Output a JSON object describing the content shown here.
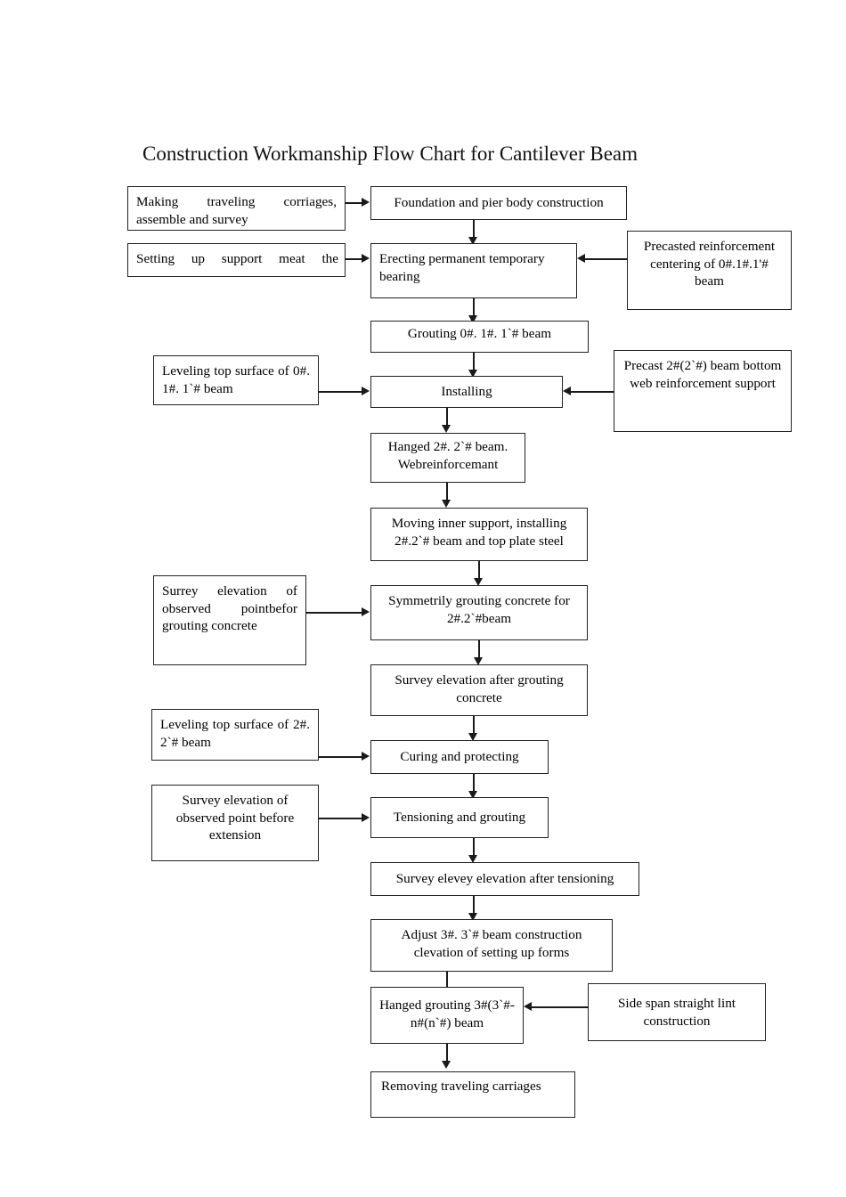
{
  "title": "Construction Workmanship Flow Chart for Cantilever Beam",
  "chart_data": {
    "type": "diagram",
    "title": "Construction Workmanship Flow Chart for Cantilever Beam",
    "diagram_kind": "flowchart",
    "orientation": "top-to-bottom",
    "nodes": [
      {
        "id": "n1",
        "label": "Making traveling corriages, assemble and survey",
        "column": "left"
      },
      {
        "id": "n2",
        "label": "Foundation and pier body construction",
        "column": "main"
      },
      {
        "id": "n3",
        "label": "Setting up support meat the",
        "column": "left"
      },
      {
        "id": "n4",
        "label": "Erecting permanent temporary bearing",
        "column": "main"
      },
      {
        "id": "n5",
        "label": "Precasted reinforcement centering of 0#.1#.1'# beam",
        "column": "right"
      },
      {
        "id": "n6",
        "label": "Grouting 0#. 1#. 1`# beam",
        "column": "main",
        "clipped": true
      },
      {
        "id": "n7",
        "label": "Leveling top surface of 0#. 1#. 1`# beam",
        "column": "left"
      },
      {
        "id": "n8",
        "label": "Installing",
        "column": "main"
      },
      {
        "id": "n9",
        "label": "Precast 2#(2`#) beam bottom web reinforcement support",
        "column": "right"
      },
      {
        "id": "n10",
        "label": "Hanged 2#. 2`# beam. Webreinforcemant",
        "column": "main",
        "clipped": true
      },
      {
        "id": "n11",
        "label": "Moving inner support, installing 2#.2`# beam and top plate steel",
        "column": "main"
      },
      {
        "id": "n12",
        "label": "Surrey elevation of observed pointbefor grouting concrete",
        "column": "left"
      },
      {
        "id": "n13",
        "label": "Symmetrily grouting concrete for 2#.2`#beam",
        "column": "main"
      },
      {
        "id": "n14",
        "label": "Survey elevation after grouting concrete",
        "column": "main"
      },
      {
        "id": "n15",
        "label": "Leveling top surface of 2#. 2`# beam",
        "column": "left"
      },
      {
        "id": "n16",
        "label": "Curing and protecting",
        "column": "main"
      },
      {
        "id": "n17",
        "label": "Survey elevation of observed point before extension",
        "column": "left"
      },
      {
        "id": "n18",
        "label": "Tensioning and grouting",
        "column": "main"
      },
      {
        "id": "n19",
        "label": "Survey elevey elevation after tensioning",
        "column": "main"
      },
      {
        "id": "n20",
        "label": "Adjust 3#. 3`# beam construction clevation of setting up forms",
        "column": "main"
      },
      {
        "id": "n21",
        "label": "Hanged grouting 3#(3`#-n#(n`#) beam",
        "column": "main"
      },
      {
        "id": "n22",
        "label": "Side span straight lint construction",
        "column": "right"
      },
      {
        "id": "n23",
        "label": "Removing traveling carriages",
        "column": "main"
      }
    ],
    "edges": [
      {
        "from": "n1",
        "to": "n2",
        "direction": "right"
      },
      {
        "from": "n2",
        "to": "n4",
        "direction": "down"
      },
      {
        "from": "n3",
        "to": "n4",
        "direction": "right"
      },
      {
        "from": "n5",
        "to": "n4",
        "direction": "left"
      },
      {
        "from": "n4",
        "to": "n6",
        "direction": "down"
      },
      {
        "from": "n6",
        "to": "n8",
        "direction": "down"
      },
      {
        "from": "n7",
        "to": "n8",
        "direction": "right"
      },
      {
        "from": "n9",
        "to": "n8",
        "direction": "left"
      },
      {
        "from": "n8",
        "to": "n10",
        "direction": "down"
      },
      {
        "from": "n10",
        "to": "n11",
        "direction": "down"
      },
      {
        "from": "n11",
        "to": "n13",
        "direction": "down"
      },
      {
        "from": "n12",
        "to": "n13",
        "direction": "right"
      },
      {
        "from": "n13",
        "to": "n14",
        "direction": "down"
      },
      {
        "from": "n14",
        "to": "n16",
        "direction": "down"
      },
      {
        "from": "n15",
        "to": "n16",
        "direction": "right"
      },
      {
        "from": "n16",
        "to": "n18",
        "direction": "down"
      },
      {
        "from": "n17",
        "to": "n18",
        "direction": "right"
      },
      {
        "from": "n18",
        "to": "n19",
        "direction": "down"
      },
      {
        "from": "n19",
        "to": "n20",
        "direction": "down"
      },
      {
        "from": "n20",
        "to": "n21",
        "direction": "down"
      },
      {
        "from": "n22",
        "to": "n21",
        "direction": "left"
      },
      {
        "from": "n21",
        "to": "n23",
        "direction": "down"
      }
    ]
  },
  "nodes": {
    "making_traveling_carriages": "Making traveling corriages, assemble and survey",
    "foundation_pier": "Foundation and pier body construction",
    "setting_up_support": "Setting up support meat the",
    "erecting_bearing": "Erecting permanent temporary bearing",
    "precasted_reinforcement": "Precasted reinforcement centering of 0#.1#.1'# beam",
    "grouting_beam": "Grouting 0#. 1#. 1`# beam",
    "leveling_top_0": "Leveling top surface of 0#. 1#. 1`# beam",
    "installing": "Installing",
    "precast_2_beam": "Precast 2#(2`#) beam bottom web reinforcement support",
    "hanged_2_beam": "Hanged 2#. 2`# beam. Webreinforcemant",
    "moving_inner_support": "Moving inner support, installing 2#.2`# beam and top plate steel",
    "surrey_elevation": "Surrey elevation of observed pointbefor grouting concrete",
    "symmetrily_grouting": "Symmetrily grouting concrete for 2#.2`#beam",
    "survey_after_grouting": "Survey elevation after grouting concrete",
    "leveling_top_2": "Leveling top surface of 2#. 2`# beam",
    "curing_protecting": "Curing and protecting",
    "survey_before_extension": "Survey elevation of observed point before extension",
    "tensioning_grouting": "Tensioning and grouting",
    "survey_after_tensioning": "Survey elevey elevation after tensioning",
    "adjust_3_beam": "Adjust 3#. 3`# beam construction clevation of setting up forms",
    "hanged_grouting_3": "Hanged grouting 3#(3`#-n#(n`#) beam",
    "side_span": "Side span straight lint construction",
    "removing_carriages": "Removing traveling carriages"
  }
}
